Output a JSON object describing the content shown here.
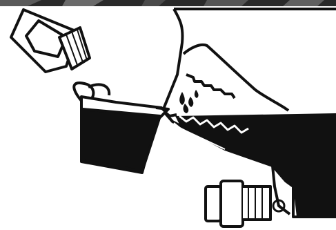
{
  "illustration": {
    "subject": "oil-filling-diagram",
    "colors": {
      "ink": "#111111",
      "paper": "#ffffff",
      "photo_strip": "#2a2a2a"
    },
    "parts": [
      {
        "id": "top-photo-strip",
        "icon": "photo-strip"
      },
      {
        "id": "filler-cap",
        "icon": "threaded-cap-icon"
      },
      {
        "id": "measuring-jug",
        "icon": "jug-icon"
      },
      {
        "id": "oil-stream",
        "icon": "drops-icon"
      },
      {
        "id": "housing",
        "icon": "gear-housing-icon"
      },
      {
        "id": "oil-level",
        "icon": "liquid-level-icon"
      },
      {
        "id": "drain-plug",
        "icon": "bolt-icon"
      }
    ]
  }
}
